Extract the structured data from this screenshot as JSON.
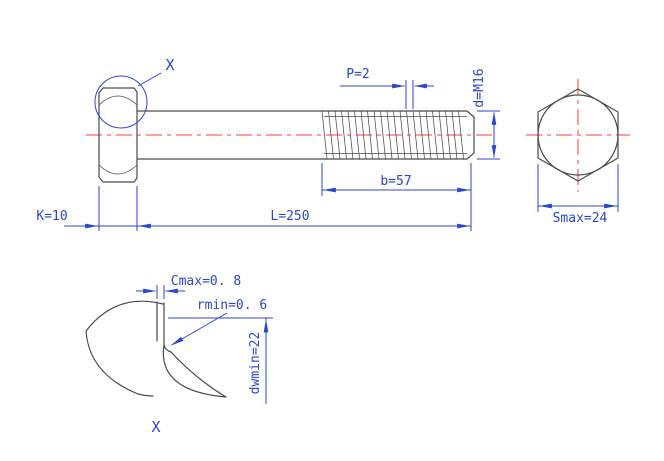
{
  "drawing": {
    "type": "engineering-drawing",
    "part": "hex head bolt",
    "colors": {
      "dimension": "#2a46c9",
      "outline": "#4a4a4a",
      "centerline": "#ff3b30",
      "background": "#ffffff"
    },
    "main_view": {
      "pitch_label": "P=2",
      "thread_spec_label": "d=M16",
      "thread_length_label": "b=57",
      "length_label": "L=250",
      "head_height_label": "K=10",
      "detail_marker_label": "X"
    },
    "end_view": {
      "across_flats_label": "Smax=24"
    },
    "detail_view": {
      "chamfer_label": "Cmax=0. 8",
      "fillet_label": "rmin=0. 6",
      "washer_face_label": "dwmin=22",
      "view_label": "X"
    }
  }
}
